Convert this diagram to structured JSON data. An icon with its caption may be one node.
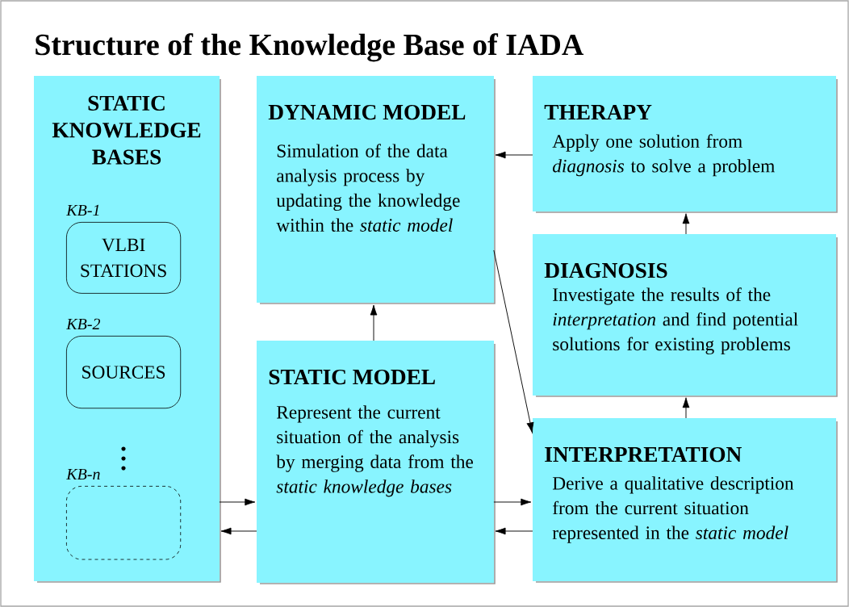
{
  "diagram": {
    "title": "Structure of the Knowledge Base of IADA",
    "nodes": [
      {
        "text": [
          "STATIC KNOWLEDGE BASES"
        ]
      },
      {
        "text": [
          "VLBI STATIONS"
        ],
        "beside": [
          "KB-1"
        ],
        "in": 0
      },
      {
        "text": [
          "SOURCES"
        ],
        "beside": [
          "KB-2"
        ],
        "in": 0
      },
      {
        "text": [],
        "shape": "box",
        "beside": [
          "KB-n"
        ],
        "in": 0
      },
      {
        "text": [
          "DYNAMIC MODEL",
          "Simulation of the data analysis process by updating the knowledge within the *static model*"
        ]
      },
      {
        "text": [
          "THERAPY",
          "Apply one solution from *diagnosis* to solve a problem"
        ]
      },
      {
        "text": [
          "DIAGNOSIS",
          "Investigate the results of the *interpretation* and find potential solutions for existing problems"
        ]
      },
      {
        "text": [
          "STATIC MODEL",
          "Represent the current situation of the analysis by merging data from the *static knowledge bases*"
        ]
      },
      {
        "text": [
          "INTERPRETATION",
          "Derive a qualitative description from the current situation represented in the *static model*"
        ]
      }
    ],
    "edges": [
      {
        "from": 0,
        "to": 7,
        "arrow": "to"
      },
      {
        "from": 7,
        "to": 0,
        "arrow": "to"
      },
      {
        "from": 7,
        "to": 4,
        "arrow": "to"
      },
      {
        "from": 5,
        "to": 4,
        "arrow": "to"
      },
      {
        "from": 4,
        "to": 8,
        "arrow": "to"
      },
      {
        "from": 7,
        "to": 8,
        "arrow": "to"
      },
      {
        "from": 8,
        "to": 7,
        "arrow": "to"
      },
      {
        "from": 8,
        "to": 6,
        "arrow": "to"
      },
      {
        "from": 6,
        "to": 5,
        "arrow": "to"
      }
    ]
  }
}
